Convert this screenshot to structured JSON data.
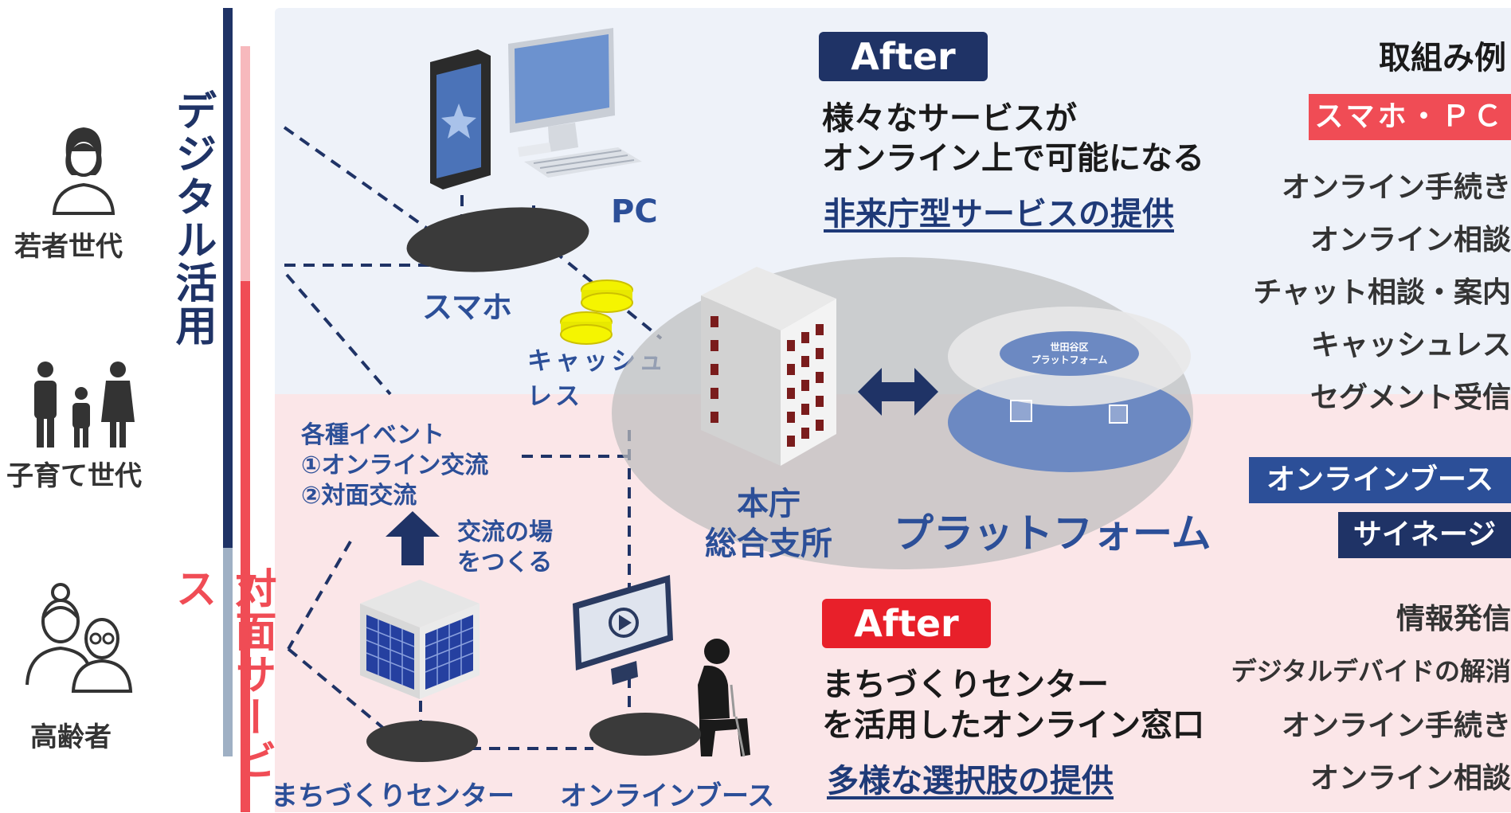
{
  "personas": [
    {
      "label": "若者世代",
      "icon": "young-person-icon"
    },
    {
      "label": "子育て世代",
      "icon": "family-icon"
    },
    {
      "label": "高齢者",
      "icon": "elderly-couple-icon"
    }
  ],
  "axis": {
    "digital": "デジタル活用",
    "face": "対面サービス"
  },
  "devices": {
    "pc": "PC",
    "smartphone": "スマホ",
    "cashless": "キャッシュ\nレス"
  },
  "events": {
    "title": "各種イベント",
    "item1": "①オンライン交流",
    "item2": "②対面交流",
    "exchange": "交流の場\nをつくる"
  },
  "center": {
    "honcho": "本庁\n総合支所",
    "platform_chip": "世田谷区\nプラットフォーム",
    "platform": "プラットフォーム"
  },
  "bottom_labels": {
    "machi": "まちづくりセンター",
    "booth": "オンラインブース"
  },
  "after_top": {
    "badge": "After",
    "line1": "様々なサービスが",
    "line2": "オンライン上で可能になる",
    "underline": "非来庁型サービスの提供"
  },
  "after_bottom": {
    "badge": "After",
    "line1": "まちづくりセンター",
    "line2": "を活用したオンライン窓口",
    "underline": "多様な選択肢の提供"
  },
  "examples": {
    "title": "取組み例",
    "smapc_banner": "スマホ・ＰＣ",
    "smapc_items": [
      "オンライン手続き",
      "オンライン相談",
      "チャット相談・案内",
      "キャッシュレス",
      "セグメント受信"
    ],
    "booth_banner": "オンラインブース",
    "signage_banner": "サイネージ",
    "booth_items": [
      "情報発信",
      "デジタルデバイドの解消",
      "オンライン手続き",
      "オンライン相談"
    ]
  },
  "colors": {
    "navy": "#1f3366",
    "red": "#f04c55",
    "bright_red": "#e8202a",
    "pink_bar": "#f7b9bd",
    "grey_bar": "#9fb0c4",
    "platform_text": "#2c4f98"
  }
}
